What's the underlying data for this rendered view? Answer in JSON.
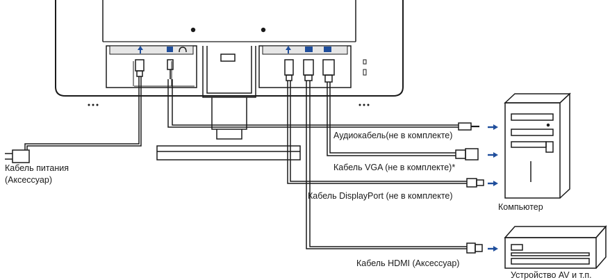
{
  "labels": {
    "power_cable_line1": "Кабель питания",
    "power_cable_line2": "(Аксессуар)",
    "audio_cable": "Аудиокабель(не в комплекте)",
    "vga_cable": "Кабель VGA (не в комплекте)*",
    "displayport_cable": "Кабель DisplayPort (не в комплекте)",
    "hdmi_cable": "Кабель HDMI (Аксессуар)",
    "computer": "Компьютер",
    "av_device": "Устройство AV и т.п."
  },
  "colors": {
    "line": "#1a1a1a",
    "arrow_blue": "#1f4e9c",
    "gray_fill": "#e6e6e6"
  }
}
